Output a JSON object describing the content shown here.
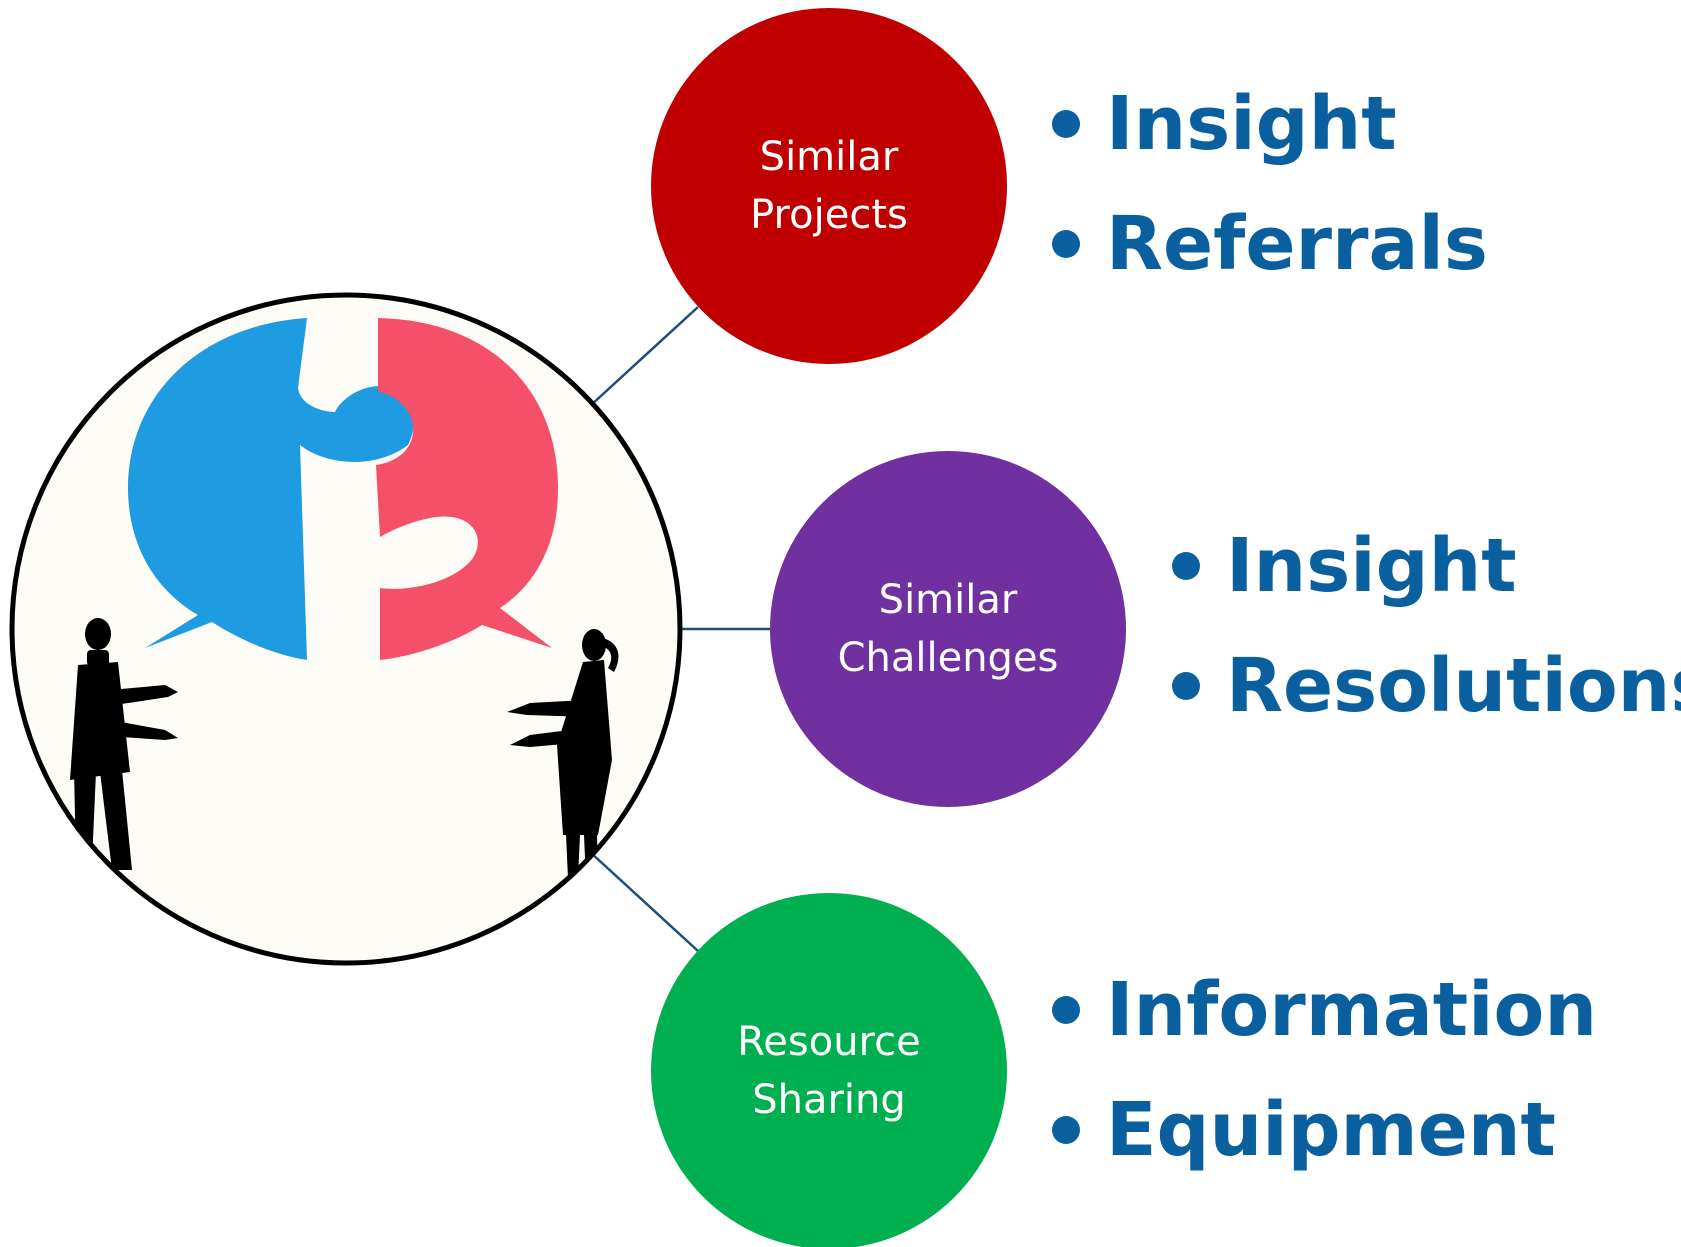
{
  "colors": {
    "connector": "#1F4E79",
    "frame": "#000000",
    "frame_fill": "#FDFCF7",
    "bubble_left": "#1E9BE1",
    "bubble_right": "#F5506A",
    "bullet_text": "#0A5F9E",
    "silhouette": "#000000"
  },
  "illustration": {
    "icons": [
      "speech-bubble-puzzle-icon",
      "man-silhouette-icon",
      "woman-silhouette-icon"
    ]
  },
  "nodes": [
    {
      "id": "projects",
      "lines": [
        "Similar",
        "Projects"
      ],
      "color": "#C00000",
      "bullets": [
        "Insight",
        "Referrals"
      ]
    },
    {
      "id": "challenges",
      "lines": [
        "Similar",
        "Challenges"
      ],
      "color": "#7030A0",
      "bullets": [
        "Insight",
        "Resolutions"
      ]
    },
    {
      "id": "resource",
      "lines": [
        "Resource",
        "Sharing"
      ],
      "color": "#00B050",
      "bullets": [
        "Information",
        "Equipment"
      ]
    }
  ]
}
